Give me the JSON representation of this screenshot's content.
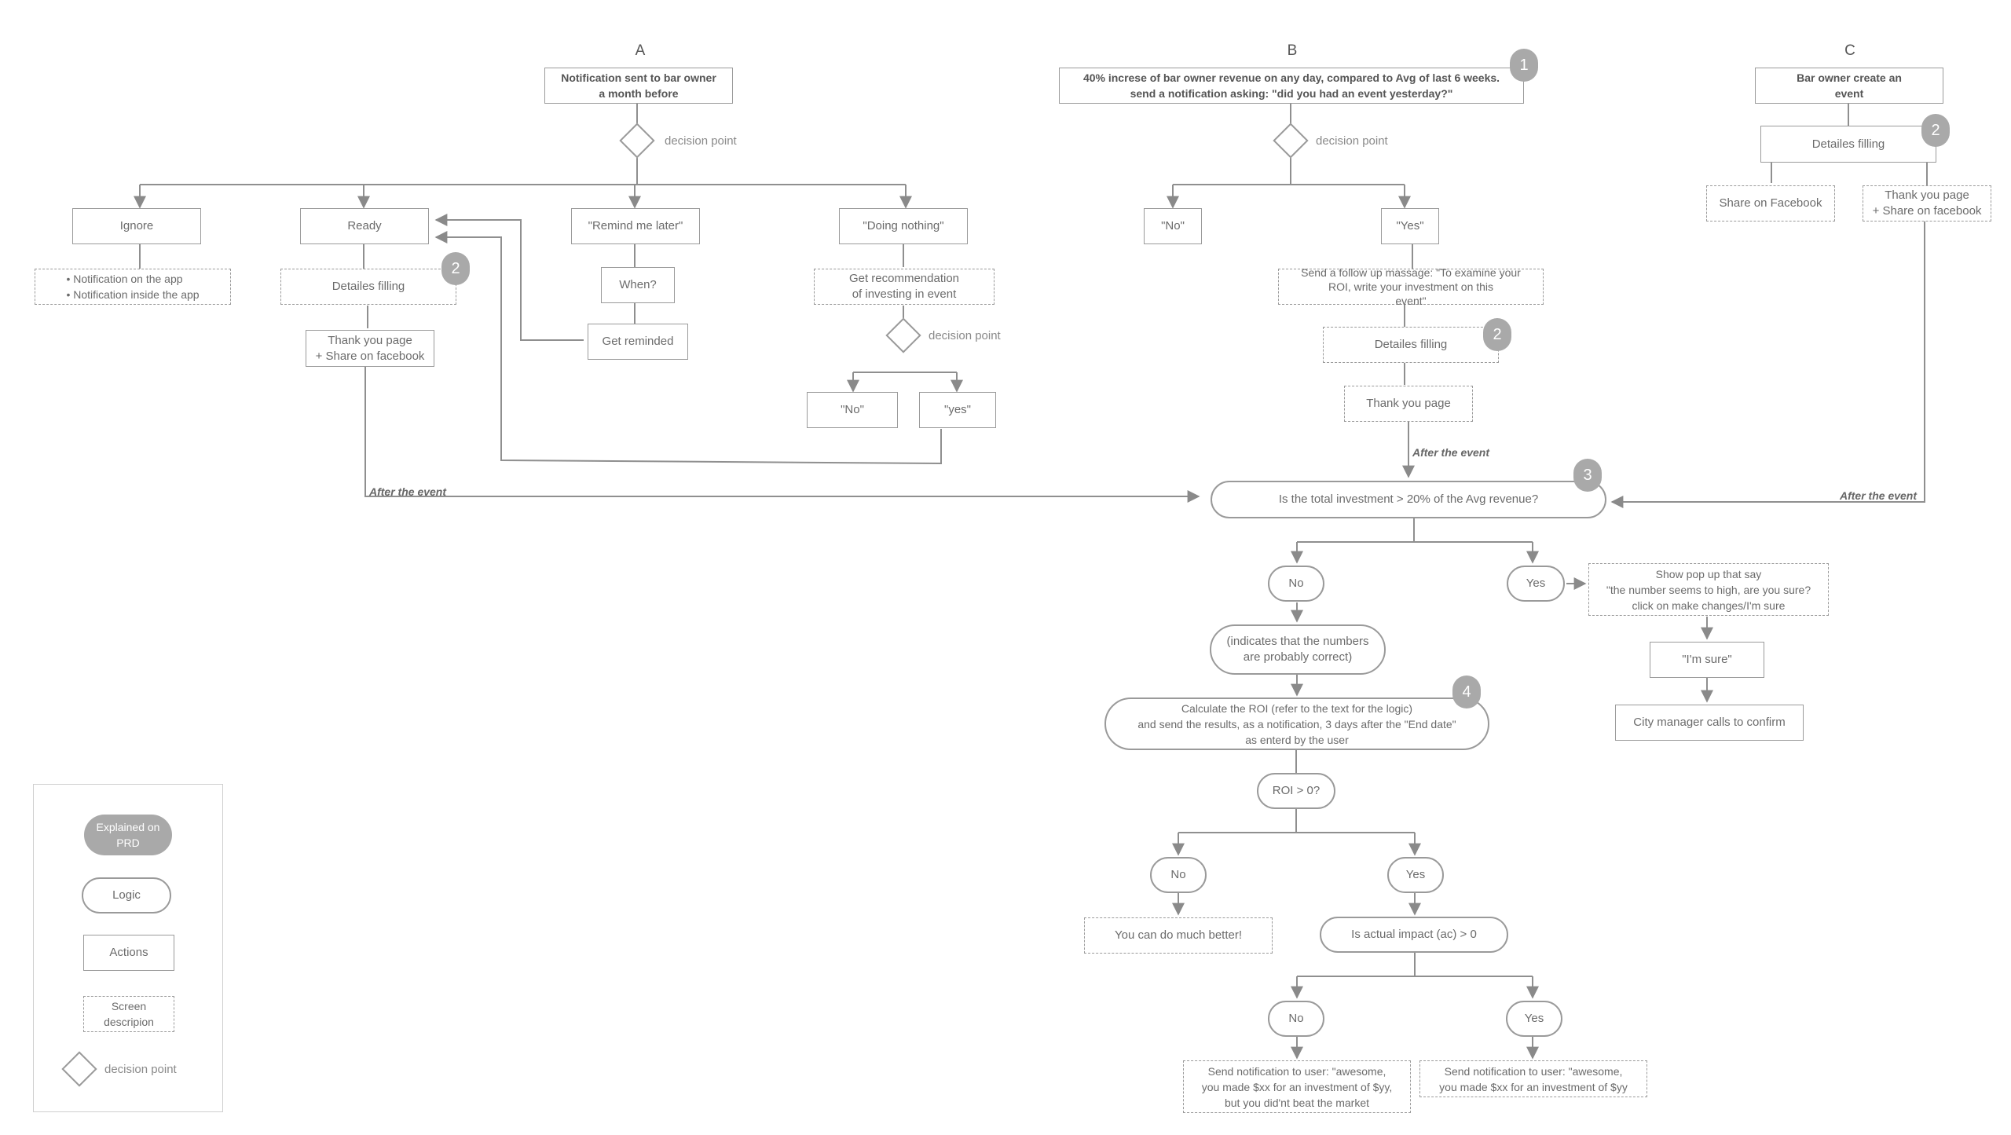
{
  "columns": {
    "a": "A",
    "b": "B",
    "c": "C"
  },
  "decision_label": "decision point",
  "edge_labels": {
    "after_event": "After the event"
  },
  "badges": {
    "b1": "1",
    "b2": "2",
    "b3": "3",
    "b4": "4"
  },
  "colA": {
    "start": "Notification sent to bar owner\na month before",
    "ignore": "Ignore",
    "ignore_screen": "•      Notification on the app\n•      Notification inside the app",
    "ready": "Ready",
    "details": "Detailes filling",
    "thankyou": "Thank you page\n+ Share on facebook",
    "remind": "\"Remind me later\"",
    "when": "When?",
    "reminded": "Get reminded",
    "nothing": "\"Doing nothing\"",
    "recommend": "Get recommendation\nof investing in event",
    "no": "\"No\"",
    "yes": "\"yes\""
  },
  "colB": {
    "start": "40% increse of bar owner revenue on any day, compared to Avg of last 6 weeks.\nsend a notification asking: \"did you had an event yesterday?\"",
    "no": "\"No\"",
    "yes": "\"Yes\"",
    "followup": "Send a follow up massage: \"To examine your\nROI, write your investment on this\nevent\"",
    "details": "Detailes filling",
    "thankyou": "Thank you page"
  },
  "colC": {
    "start": "Bar owner create an\nevent",
    "details": "Detailes filling",
    "share": "Share on Facebook",
    "thankyou": "Thank you page\n+ Share on facebook"
  },
  "flow": {
    "q_invest": "Is the total investment > 20% of the Avg revenue?",
    "no1": "No",
    "yes1": "Yes",
    "popup": "Show pop up that say\n\"the number seems to high, are you sure?\nclick on make changes/I'm sure",
    "sure": "\"I'm sure\"",
    "city": "City manager calls to confirm",
    "correct": "(indicates that the numbers\nare probably correct)",
    "calc": "Calculate the ROI (refer to the text for the logic)\nand send the results, as a notification, 3 days after the \"End date\"\nas enterd by the user",
    "roi": "ROI > 0?",
    "no2": "No",
    "yes2": "Yes",
    "better": "You can do much better!",
    "impact": "Is actual impact (ac) > 0",
    "no3": "No",
    "yes3": "Yes",
    "notify_no": "Send notification to user: \"awesome,\nyou made $xx for an investment of $yy,\nbut you did'nt beat the market",
    "notify_yes": "Send notification to user: \"awesome,\nyou made $xx for an investment of $yy"
  },
  "legend": {
    "prd": "Explained on\nPRD",
    "logic": "Logic",
    "actions": "Actions",
    "screen": "Screen\ndescripion",
    "decision": "decision point"
  }
}
